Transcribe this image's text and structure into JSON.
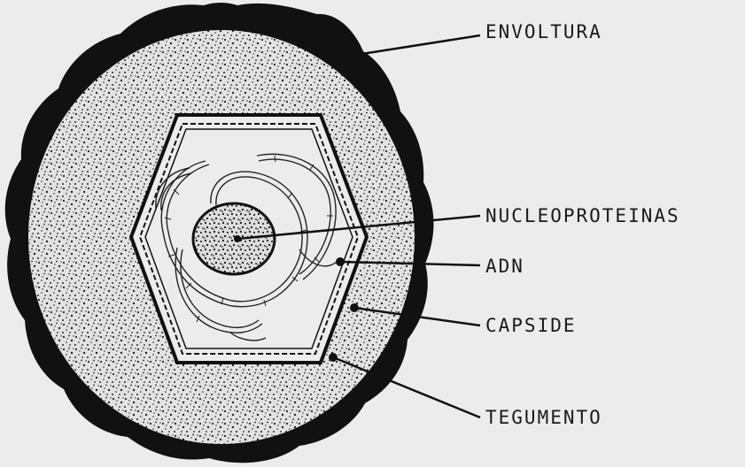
{
  "diagram": {
    "labels": {
      "envoltura": "ENVOLTURA",
      "nucleoproteinas": "NUCLEOPROTEINAS",
      "adn": "ADN",
      "capside": "CAPSIDE",
      "tegumento": "TEGUMENTO"
    },
    "colors": {
      "background": "#ececec",
      "ink": "#1a1a1a",
      "tegument_fill": "#e2e2e2",
      "capsid_fill": "#ececec"
    }
  }
}
